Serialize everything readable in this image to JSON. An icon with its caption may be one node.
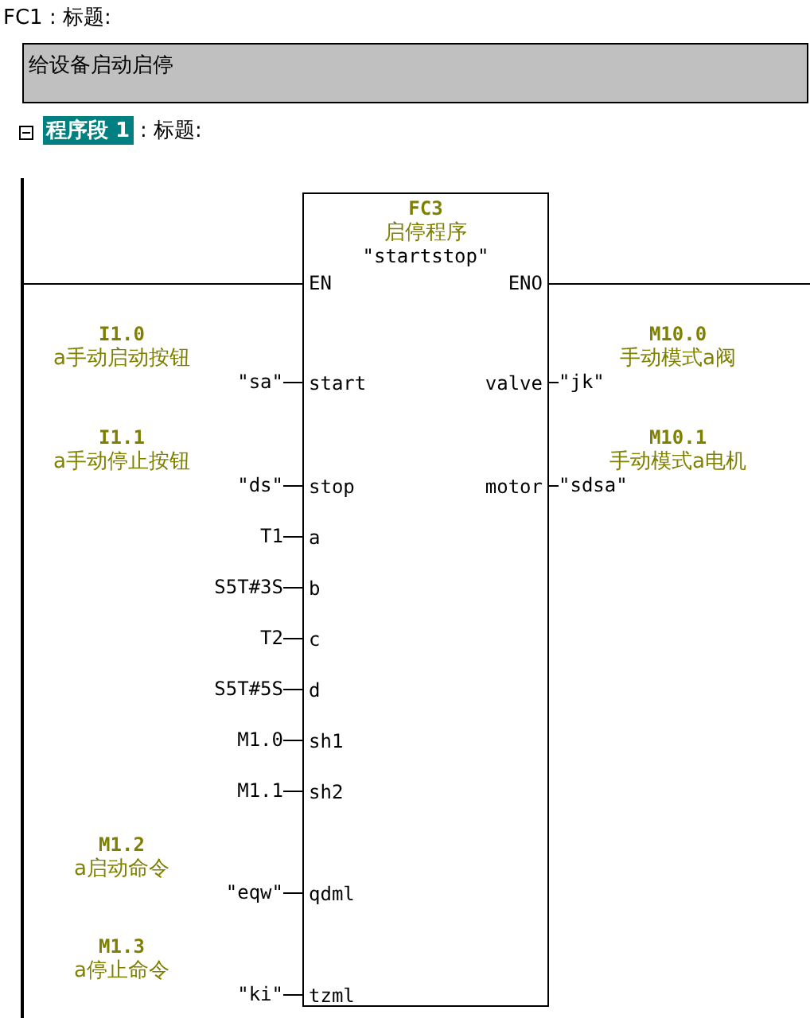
{
  "diagram": {
    "nodes": [
      {
        "text": [
          "给设备启动启停"
        ]
      },
      {
        "text": [
          "FC3",
          "启停程序",
          "\"startstop\""
        ]
      },
      {
        "text": [],
        "shape": "bar"
      },
      {
        "text": [
          "EN"
        ],
        "in": 1
      },
      {
        "text": [
          "ENO"
        ],
        "in": 1
      },
      {
        "text": [
          "start"
        ],
        "in": 1
      },
      {
        "text": [
          "valve"
        ],
        "in": 1
      },
      {
        "text": [
          "stop"
        ],
        "in": 1
      },
      {
        "text": [
          "motor"
        ],
        "in": 1
      },
      {
        "text": [
          "a"
        ],
        "in": 1
      },
      {
        "text": [
          "b"
        ],
        "in": 1
      },
      {
        "text": [
          "c"
        ],
        "in": 1
      },
      {
        "text": [
          "d"
        ],
        "in": 1
      },
      {
        "text": [
          "sh1"
        ],
        "in": 1
      },
      {
        "text": [
          "sh2"
        ],
        "in": 1
      },
      {
        "text": [
          "qdml"
        ],
        "in": 1
      },
      {
        "text": [
          "tzml"
        ],
        "in": 1
      },
      {
        "text": [
          "I1.0",
          "a手动启动按钮",
          "\"sa\""
        ]
      },
      {
        "text": [
          "M10.0",
          "手动模式a阀",
          "\"jk\""
        ]
      },
      {
        "text": [
          "I1.1",
          "a手动停止按钮",
          "\"ds\""
        ]
      },
      {
        "text": [
          "M10.1",
          "手动模式a电机",
          "\"sdsa\""
        ]
      },
      {
        "text": [
          "T1"
        ]
      },
      {
        "text": [
          "S5T#3S"
        ]
      },
      {
        "text": [
          "T2"
        ]
      },
      {
        "text": [
          "S5T#5S"
        ]
      },
      {
        "text": [
          "M1.0"
        ]
      },
      {
        "text": [
          "M1.1"
        ]
      },
      {
        "text": [
          "M1.2",
          "a启动命令",
          "\"eqw\""
        ]
      },
      {
        "text": [
          "M1.3",
          "a停止命令",
          "\"ki\""
        ]
      }
    ],
    "edges": [
      {
        "from": 2,
        "to": 3,
        "arrow": "none"
      },
      {
        "from": 4,
        "to": null,
        "arrow": "none"
      },
      {
        "from": 17,
        "to": 5,
        "arrow": "none"
      },
      {
        "from": 6,
        "to": 18,
        "arrow": "none"
      },
      {
        "from": 19,
        "to": 7,
        "arrow": "none"
      },
      {
        "from": 8,
        "to": 20,
        "arrow": "none"
      },
      {
        "from": 21,
        "to": 9,
        "arrow": "none"
      },
      {
        "from": 22,
        "to": 10,
        "arrow": "none"
      },
      {
        "from": 23,
        "to": 11,
        "arrow": "none"
      },
      {
        "from": 24,
        "to": 12,
        "arrow": "none"
      },
      {
        "from": 25,
        "to": 13,
        "arrow": "none"
      },
      {
        "from": 26,
        "to": 14,
        "arrow": "none"
      },
      {
        "from": 27,
        "to": 15,
        "arrow": "none"
      },
      {
        "from": 28,
        "to": 16,
        "arrow": "none"
      }
    ],
    "labels": [
      "FC1 : 标题:",
      "程序段 1",
      ": 标题:"
    ]
  }
}
